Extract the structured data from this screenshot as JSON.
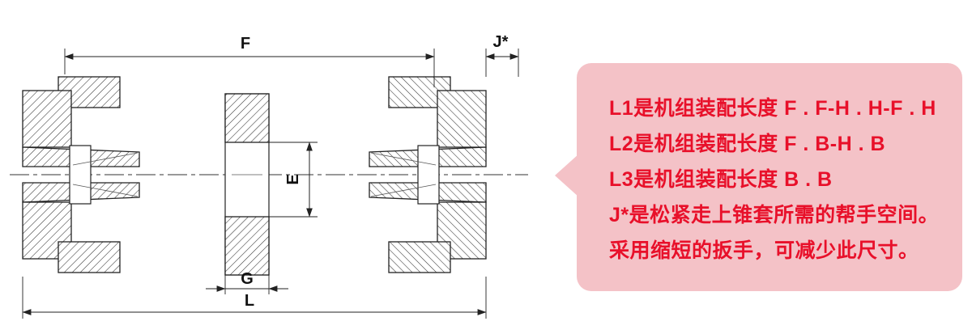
{
  "drawing": {
    "dim_labels": {
      "f": "F",
      "j_star": "J*",
      "e": "E",
      "g": "G",
      "l": "L"
    }
  },
  "callout": {
    "lines": [
      "L1是机组装配长度 F . F-H . H-F . H",
      "L2是机组装配长度 F . B-H . B",
      "L3是机组装配长度 B . B",
      "J*是松紧走上锥套所需的帮手空间。",
      "采用缩短的扳手，可减少此尺寸。"
    ]
  },
  "colors": {
    "callout_background": "#f4c2c7",
    "callout_text": "#e8102a",
    "drawing_line": "#222222"
  }
}
